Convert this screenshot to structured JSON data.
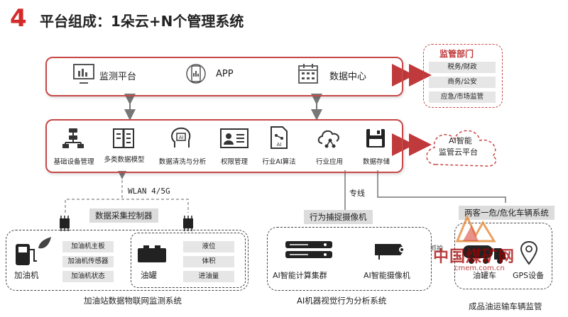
{
  "header": {
    "number": "4",
    "title": "平台组成：1朵云+N个管理系统"
  },
  "top_platform": {
    "items": [
      "监测平台",
      "APP",
      "数据中心"
    ]
  },
  "supervision": {
    "title": "监管部门",
    "departments": [
      "税务/财政",
      "商务/公安",
      "应急/市场监管"
    ]
  },
  "ai_cloud": {
    "line1": "AI智能",
    "line2": "监管云平台"
  },
  "modules": [
    "基础设备管理",
    "多类数据模型",
    "数据清洗与分析",
    "权限管理",
    "行业AI算法",
    "行业应用",
    "数据存储"
  ],
  "connectivity": {
    "wlan": "WLAN 4/5G",
    "dedicated_line": "专线"
  },
  "data_controller": {
    "label": "数据采集控制器"
  },
  "gas_station_system": {
    "caption": "加油站数据物联网监测系统",
    "dispenser": {
      "label": "加油机",
      "items": [
        "加油机主板",
        "加油机传感器",
        "加油机状态"
      ]
    },
    "tank": {
      "label": "油罐",
      "items": [
        "液位",
        "体积",
        "进油量"
      ]
    }
  },
  "vision_system": {
    "tag": "行为捕捉摄像机",
    "caption": "AI机器视觉行为分析系统",
    "cluster": "AI智能计算集群",
    "camera": "AI智能摄像机"
  },
  "vehicle_system": {
    "tag": "两客一危/危化车辆系统",
    "caption": "成品油运输车辆监管",
    "truck": "油罐车",
    "gps": "GPS设备"
  },
  "watermark": {
    "brand": "中国煤矿网",
    "url": "cmem.com.cn",
    "tag": "抓拍"
  },
  "colors": {
    "accent": "#d42a2a",
    "border": "#c84848",
    "tag_bg": "#dcdcdc"
  }
}
